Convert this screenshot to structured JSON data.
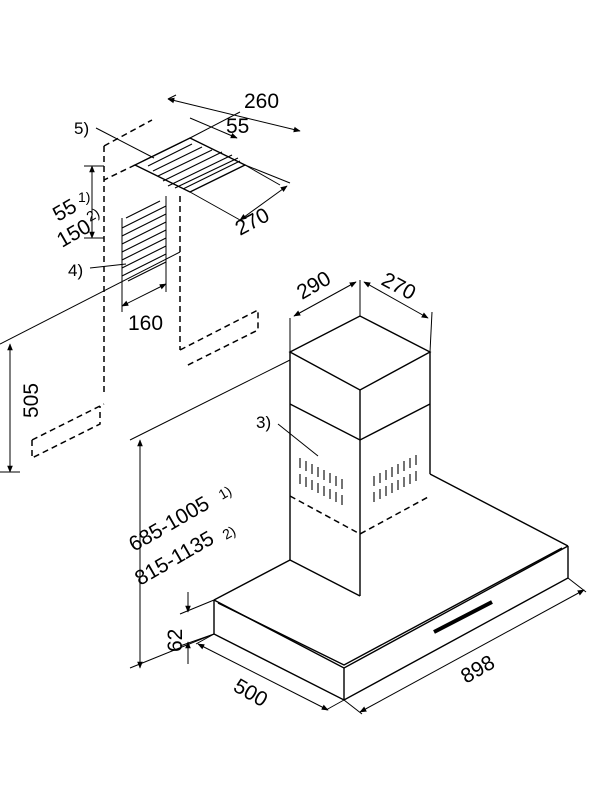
{
  "dimensions": {
    "top_width": "260",
    "top_offset": "55",
    "top_depth": "270",
    "height_offset_a": "55",
    "height_offset_a_note": "1)",
    "height_offset_b": "150",
    "height_offset_b_note": "2)",
    "opening_width": "160",
    "ceiling_clearance": "505",
    "chimney_width": "290",
    "chimney_depth": "270",
    "total_height_a": "685-1005",
    "total_height_a_note": "1)",
    "total_height_b": "815-1135",
    "total_height_b_note": "2)",
    "canopy_height": "62",
    "canopy_depth": "500",
    "canopy_width": "898"
  },
  "callouts": {
    "ref_3": "3)",
    "ref_4": "4)",
    "ref_5": "5)"
  }
}
